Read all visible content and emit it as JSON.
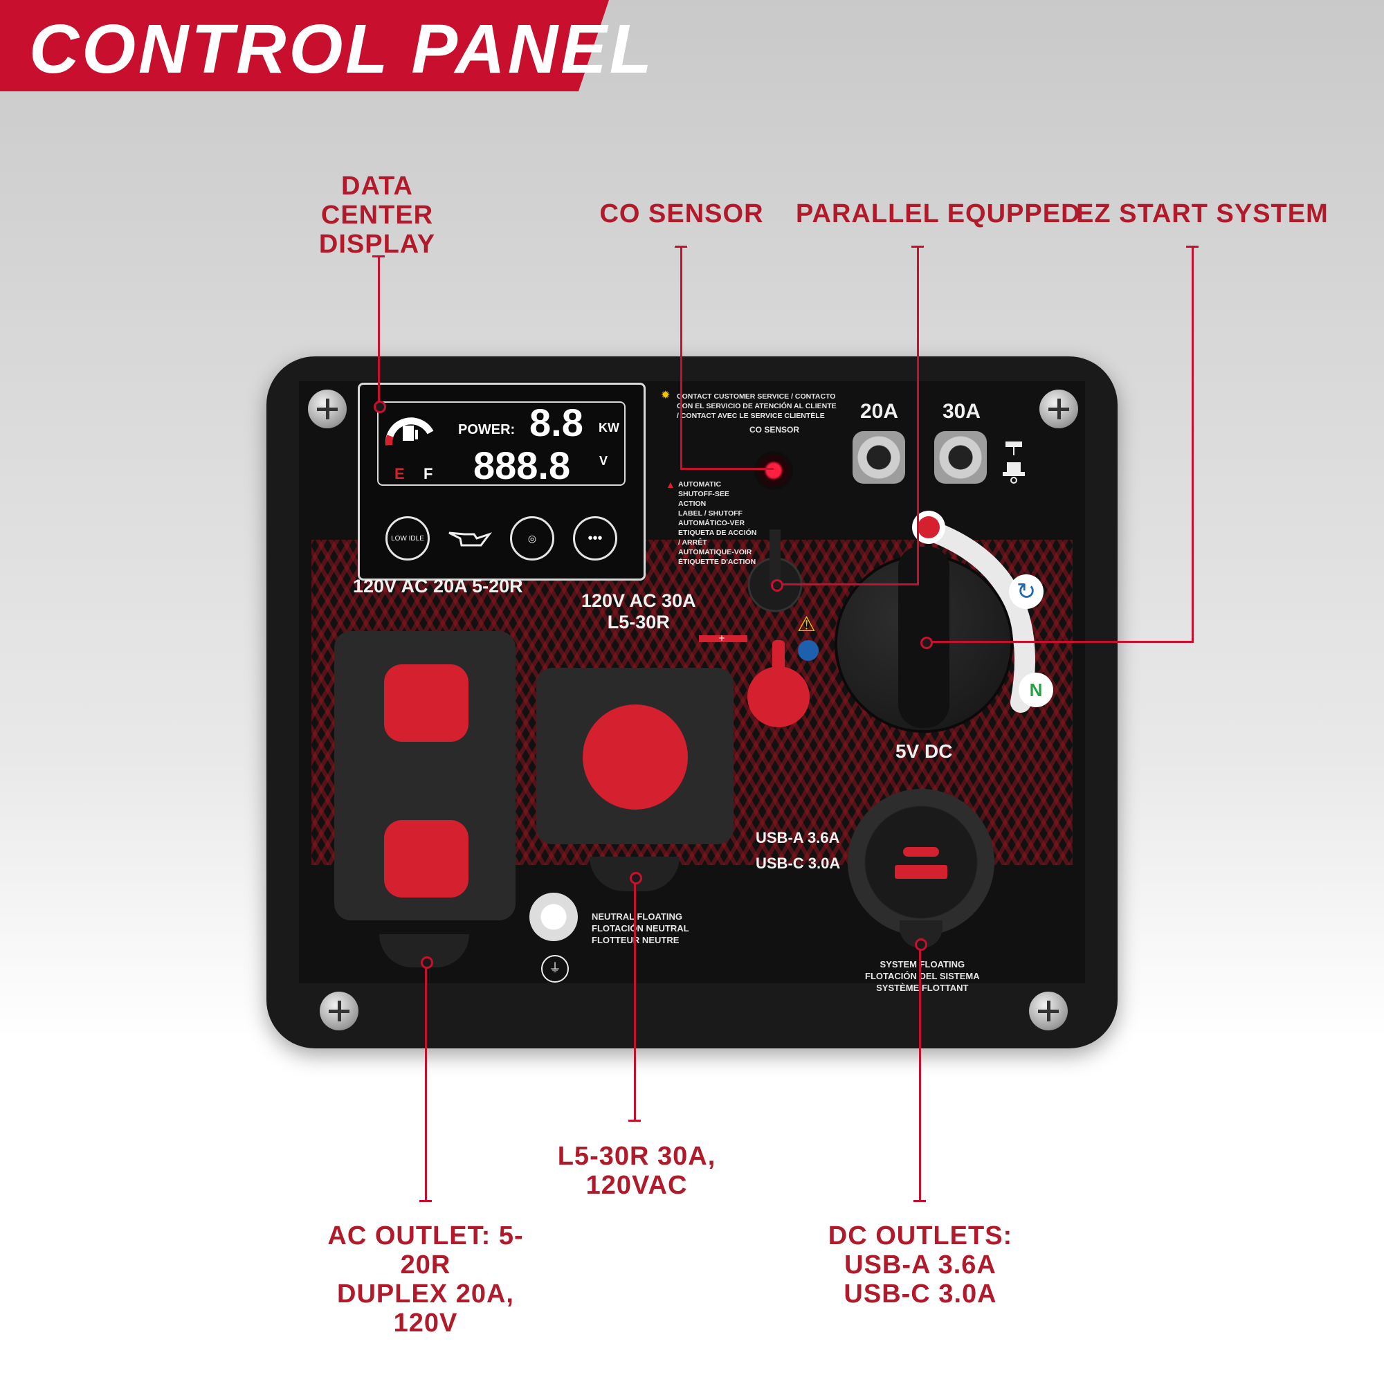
{
  "banner": {
    "title": "CONTROL PANEL"
  },
  "callouts": {
    "data_center": "DATA CENTER\nDISPLAY",
    "co_sensor": "CO SENSOR",
    "parallel": "PARALLEL EQUPPED",
    "ez_start": "EZ START SYSTEM",
    "l5_30r": "L5-30R 30A,\n120VAC",
    "ac_outlet": "AC OUTLET: 5-20R\nDUPLEX 20A, 120V",
    "dc_outlets": "DC OUTLETS:\nUSB-A 3.6A\nUSB-C 3.0A"
  },
  "display": {
    "power_label": "POWER:",
    "power_value": "8.8",
    "power_unit": "KW",
    "voltage_value": "888.8",
    "voltage_unit": "V",
    "fuel_empty": "E",
    "fuel_full": "F",
    "low_idle": "LOW IDLE",
    "more": "•••"
  },
  "panel": {
    "contact_text": "CONTACT CUSTOMER SERVICE / CONTACTO\nCON EL SERVICIO DE ATENCIÓN AL CLIENTE\n/ CONTACT AVEC LE SERVICE  CLIENTÈLE",
    "co_sensor_label": "CO SENSOR",
    "shutoff_text": "AUTOMATIC\nSHUTOFF-SEE\nACTION\nLABEL / SHUTOFF\nAUTOMÁTICO-VER\nETIQUETA DE ACCIÓN\n/ ARRÊT\nAUTOMATIQUE-VOIR\nÉTIQUETTE D'ACTION",
    "label_20a": "20A",
    "label_30a": "30A",
    "outlet_5_20r": "120V AC 20A 5-20R",
    "outlet_l5_30r": "120V AC 30A\nL5-30R",
    "dc_5v": "5V DC",
    "usb_a": "USB-A 3.6A",
    "usb_c": "USB-C 3.0A",
    "neutral_text": "NEUTRAL FLOATING\nFLOTACIÓN NEUTRAL\nFLOTTEUR NEUTRE",
    "system_floating": "SYSTEM FLOATING\nFLOTACIÓN DEL SISTEMA\nSYSTÈME FLOTTANT",
    "knob_mark": "N"
  },
  "colors": {
    "accent": "#c8102e",
    "callout_text": "#b01a2a",
    "panel": "#1a1a1a"
  }
}
